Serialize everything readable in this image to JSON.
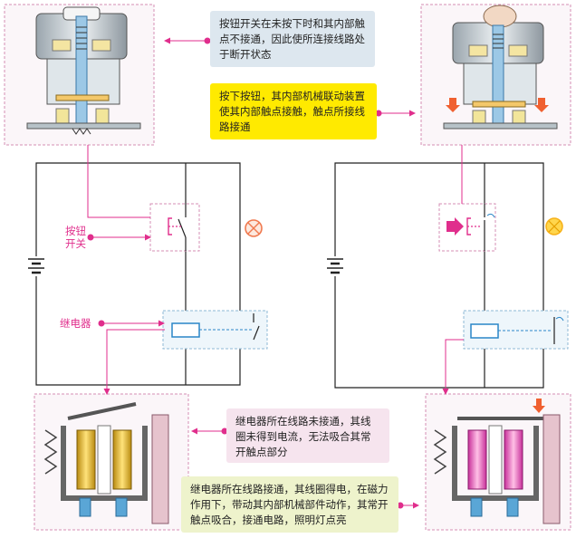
{
  "notes": {
    "button_open": "按钮开关在未按下时和其内部触点不接通，因此使所连接线路处于断开状态",
    "button_pressed": "按下按钮，其内部机械联动装置使其内部触点接触，触点所接线路接通",
    "relay_off": "继电器所在线路未接通，其线圈未得到电流，无法吸合其常开触点部分",
    "relay_on": "继电器所在线路接通，其线圈得电，在磁力作用下，带动其内部机械部件动作，其常开触点吸合，接通电路，照明灯点亮"
  },
  "labels": {
    "button_switch": "按钮开关",
    "relay": "继电器"
  },
  "colors": {
    "accent": "#e02e8c",
    "wire": "#222222",
    "relay_blue": "#2a86c8",
    "lamp_off": "#f07a50",
    "lamp_on": "#f7b21a"
  }
}
